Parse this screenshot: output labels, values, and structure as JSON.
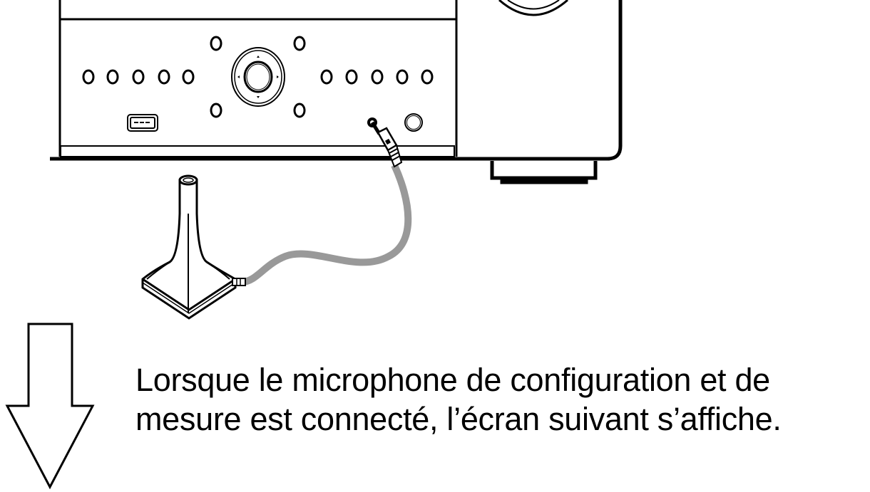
{
  "diagram": {
    "subject": "AV receiver front panel with setup and measurement microphone connected",
    "device": {
      "left_button_row_count": 5,
      "right_button_row_count": 5,
      "corner_button_count": 4,
      "controls": [
        "usb-port",
        "navigation-dial",
        "mic-jack",
        "round-button"
      ]
    },
    "cable_color": "#999999",
    "line_color": "#000000"
  },
  "caption": {
    "line1": "Lorsque le microphone de configuration et de",
    "line2": "mesure est connecté, l’écran suivant s’affiche."
  },
  "flow_arrow": {
    "direction": "down"
  }
}
